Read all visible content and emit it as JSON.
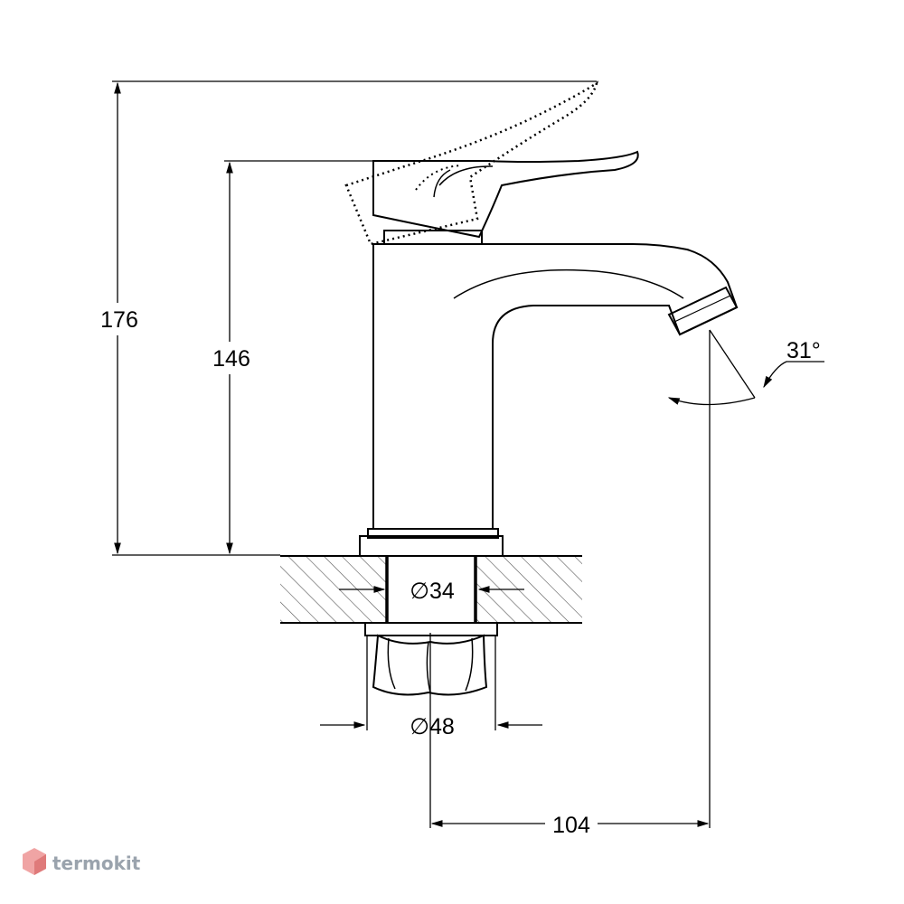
{
  "drawing": {
    "dimensions": {
      "total_height": "176",
      "body_height": "146",
      "mount_hole": "∅34",
      "nut_diameter": "∅48",
      "spout_reach": "104",
      "spout_angle": "31°"
    }
  },
  "watermark": {
    "brand": "termokit",
    "icon": "cube-logo-icon",
    "color": "#9aa3ad",
    "accent": "#e35a5a"
  }
}
